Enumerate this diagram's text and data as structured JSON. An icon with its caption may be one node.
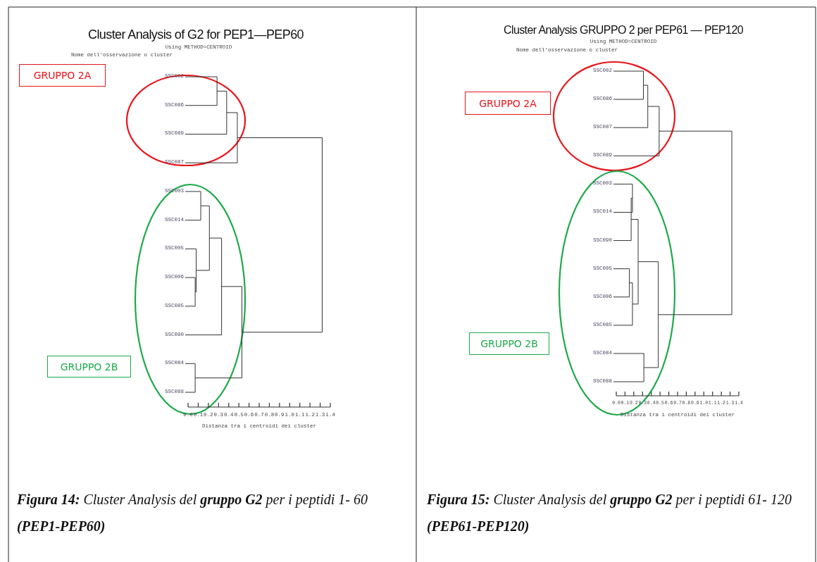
{
  "diagram": {
    "nodes": [
      {
        "text": [
          "GRUPPO 2A"
        ]
      },
      {
        "text": [
          "GRUPPO 2B"
        ]
      },
      {
        "text": [
          "GRUPPO 2A"
        ]
      },
      {
        "text": [
          "GRUPPO 2B"
        ]
      }
    ],
    "edges": [],
    "labels": [
      "Cluster Analysis of G2 for PEP1—PEP60",
      "Using METHOD=CENTROID",
      "Nome dell'osservazione o cluster",
      "SSC002",
      "SSC086",
      "SSC089",
      "SSC087",
      "SSC003",
      "SSC014",
      "SSC005",
      "SSC006",
      "SSC085",
      "SSC090",
      "SSC084",
      "SSC088",
      "0.0",
      "0.1",
      "0.2",
      "0.3",
      "0.4",
      "0.5",
      "0.6",
      "0.7",
      "0.8",
      "0.9",
      "1.0",
      "1.1",
      "1.2",
      "1.3",
      "1.4",
      "Distanza tra i centroidi dei cluster",
      "Cluster Analysis GRUPPO 2 per PEP61 — PEP120",
      "Using METHOD=CENTROID",
      "Nome dell'osservazione o cluster",
      "SSC002",
      "SSC086",
      "SSC087",
      "SSC089",
      "SSC003",
      "SSC014",
      "SSC090",
      "SSC005",
      "SSC006",
      "SSC085",
      "SSC084",
      "SSC088",
      "0.0",
      "0.1",
      "0.2",
      "0.3",
      "0.4",
      "0.5",
      "0.6",
      "0.7",
      "0.8",
      "0.9",
      "1.0",
      "1.1",
      "1.2",
      "1.3",
      "1.4",
      "Distanza tra i centroidi dei cluster",
      "**Figura 14:** Cluster Analysis del **gruppo G2** per i peptidi 1- 60 **(PEP1-PEP60)**",
      "**Figura 15:** Cluster Analysis del **gruppo G2** per i peptidi 61- 120 **(PEP61-PEP120)**"
    ]
  }
}
